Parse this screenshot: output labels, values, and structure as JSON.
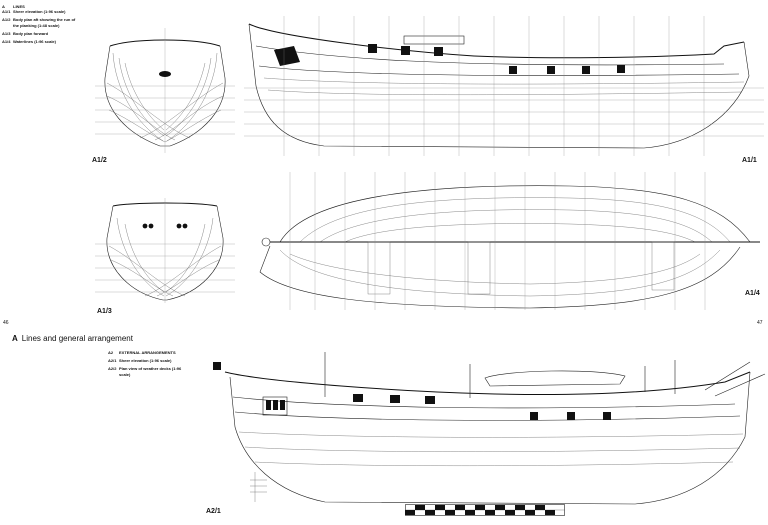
{
  "legend_a": {
    "rows": [
      {
        "code": "A",
        "text": "LINES"
      },
      {
        "code": "A1/1",
        "text": "Sheer elevation (1:96 scale)"
      },
      {
        "code": "A1/2",
        "text": "Body plan aft showing the run of"
      },
      {
        "code": "",
        "text": "the planking (1:48 scale)"
      },
      {
        "code": "A1/3",
        "text": "Body plan forward"
      },
      {
        "code": "A1/4",
        "text": "Waterlines (1:96 scale)"
      }
    ]
  },
  "legend_a2": {
    "rows": [
      {
        "code": "A2",
        "text": "EXTERNAL ARRANGEMENTS"
      },
      {
        "code": "A2/1",
        "text": "Sheer elevation (1:96 scale)"
      },
      {
        "code": "A2/2",
        "text": "Plan view of weather decks (1:96"
      },
      {
        "code": "",
        "text": "scale)"
      }
    ]
  },
  "figure_labels": {
    "a1_1": "A1/1",
    "a1_2": "A1/2",
    "a1_3": "A1/3",
    "a1_4": "A1/4",
    "a2_1": "A2/1"
  },
  "page_numbers": {
    "left": "46",
    "right": "47"
  },
  "section": {
    "letter": "A",
    "title": "Lines and general arrangement"
  }
}
